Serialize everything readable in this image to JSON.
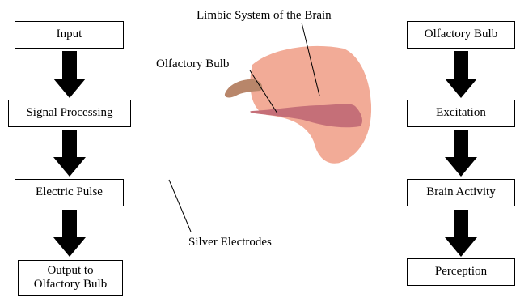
{
  "left_flow": {
    "steps": [
      "Input",
      "Signal Processing",
      "Electric Pulse",
      "Output to\nOlfactory Bulb"
    ]
  },
  "right_flow": {
    "steps": [
      "Olfactory Bulb",
      "Excitation",
      "Brain Activity",
      "Perception"
    ]
  },
  "brain": {
    "limbic_label": "Limbic System of the Brain",
    "bulb_label": "Olfactory Bulb",
    "electrode_label": "Silver Electrodes",
    "colors": {
      "limbic": "#f2ab97",
      "bulb": "#b8866a",
      "olfactory_tract": "#c56f78",
      "arrows": "#000000"
    }
  }
}
